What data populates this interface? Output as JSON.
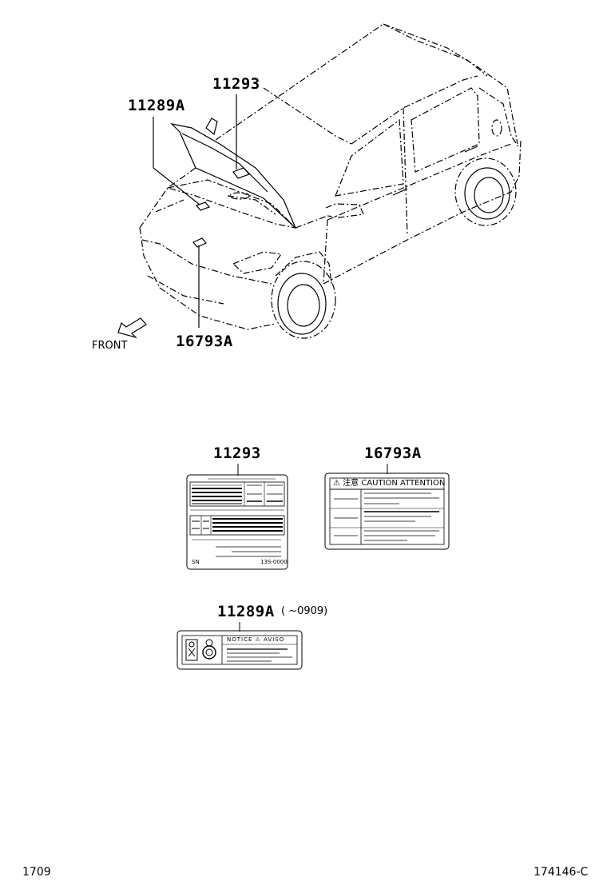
{
  "callouts": {
    "car_11293": "11293",
    "car_11289a": "11289A",
    "car_16793a": "16793A",
    "front": "FRONT"
  },
  "labels": {
    "label_11293": {
      "part_no": "11293",
      "footer_left": "SN",
      "footer_right": "13S-0000"
    },
    "label_16793a": {
      "part_no": "16793A",
      "header": "⚠ 注意 CAUTION ATTENTION"
    },
    "label_11289a": {
      "part_no": "11289A",
      "range": "(      ~0909)",
      "header": "NOTICE  ⚠  AVISO"
    }
  },
  "footer": {
    "left": "1709",
    "right": "174146-C"
  }
}
